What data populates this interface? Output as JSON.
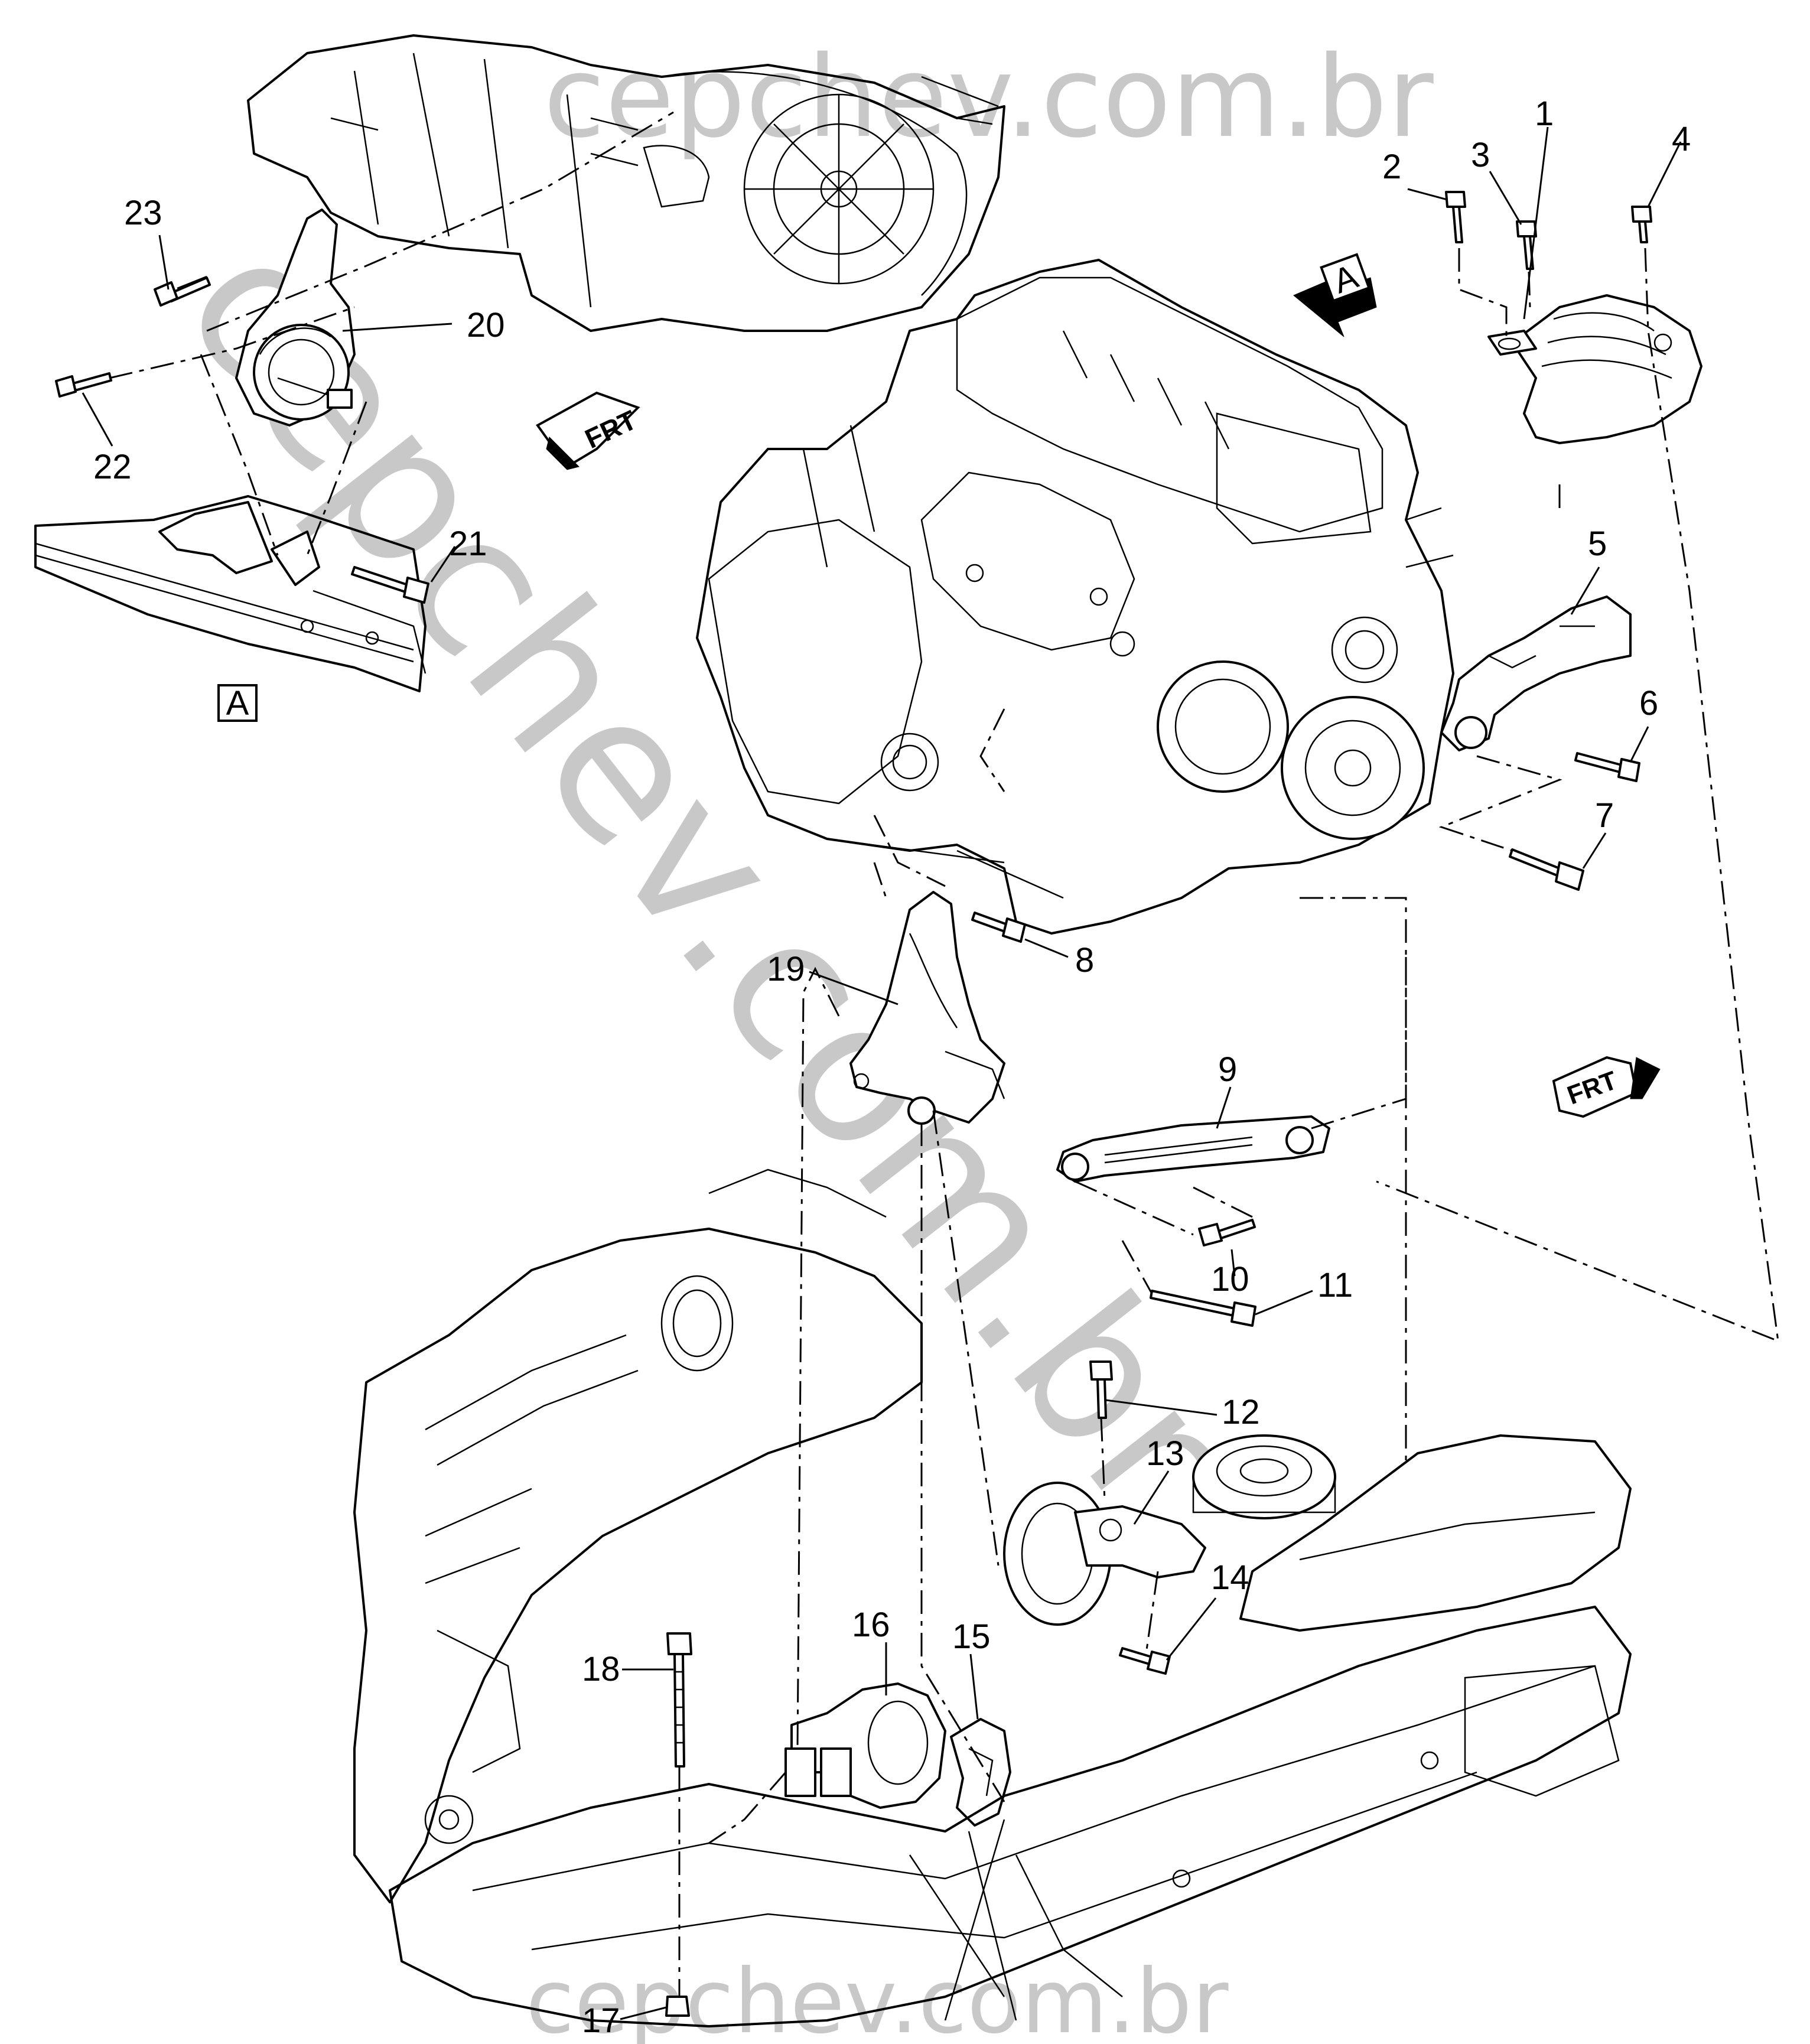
{
  "watermark": {
    "top_text": "cepchev.com.br",
    "bottom_text": "cepchev.com.br",
    "diagonal_text": "cepchev.com.br"
  },
  "view_labels": {
    "view_a": "A"
  },
  "direction_arrows": {
    "front_label": "FRT"
  },
  "callouts": [
    "1",
    "2",
    "3",
    "4",
    "5",
    "6",
    "7",
    "8",
    "9",
    "10",
    "11",
    "12",
    "13",
    "14",
    "15",
    "16",
    "17",
    "18",
    "19",
    "20",
    "21",
    "22",
    "23"
  ]
}
